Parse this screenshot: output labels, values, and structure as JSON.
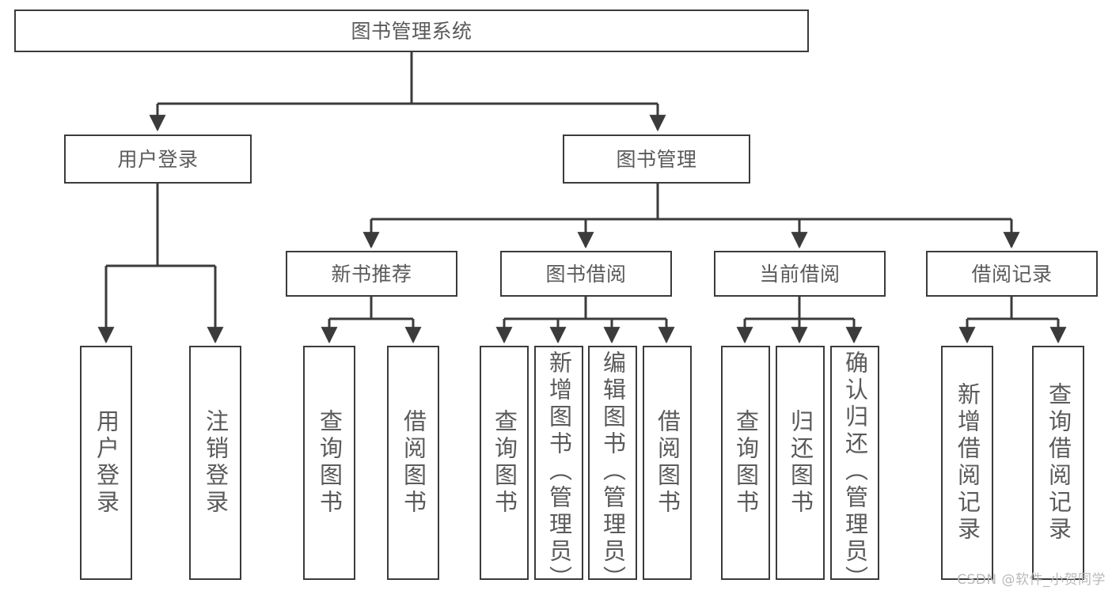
{
  "diagram": {
    "title_node": {
      "label": "图书管理系统"
    },
    "level2": [
      {
        "label": "用户登录"
      },
      {
        "label": "图书管理"
      }
    ],
    "level3": [
      {
        "label": "新书推荐"
      },
      {
        "label": "图书借阅"
      },
      {
        "label": "当前借阅"
      },
      {
        "label": "借阅记录"
      }
    ],
    "leaves": {
      "user_login": [
        {
          "label": "用户登录"
        },
        {
          "label": "注销登录"
        }
      ],
      "new_book_recommend": [
        {
          "label": "查询图书"
        },
        {
          "label": "借阅图书"
        }
      ],
      "book_borrow": [
        {
          "label": "查询图书"
        },
        {
          "label": "新增图书（管理员）"
        },
        {
          "label": "编辑图书（管理员）"
        },
        {
          "label": "借阅图书"
        }
      ],
      "current_borrow": [
        {
          "label": "查询图书"
        },
        {
          "label": "归还图书"
        },
        {
          "label": "确认归还（管理员）"
        }
      ],
      "borrow_records": [
        {
          "label": "新增借阅记录"
        },
        {
          "label": "查询借阅记录"
        }
      ]
    }
  },
  "watermark": {
    "text": "CSDN @软件_小贺同学"
  },
  "colors": {
    "border": "#3b3b3b",
    "text": "#5a5a5a",
    "background": "#ffffff",
    "watermark": "#b9b9b9"
  }
}
